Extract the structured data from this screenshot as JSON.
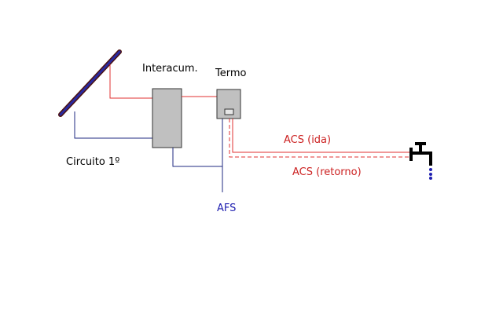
{
  "labels": {
    "interacumulador": "Interacum.",
    "termo": "Termo",
    "circuito_primario": "Circuito 1º",
    "afs": "AFS",
    "acs_ida": "ACS (ida)",
    "acs_retorno": "ACS (retorno)"
  },
  "colors": {
    "hot_pipe": "#e03030",
    "cold_pipe": "#1f1fb0",
    "primary_circuit": "#1f2a80",
    "tank_fill": "#c0c0c0",
    "tap": "#000000"
  },
  "icons": {
    "solar_panel": "solar-panel-icon",
    "tap": "tap-icon"
  }
}
